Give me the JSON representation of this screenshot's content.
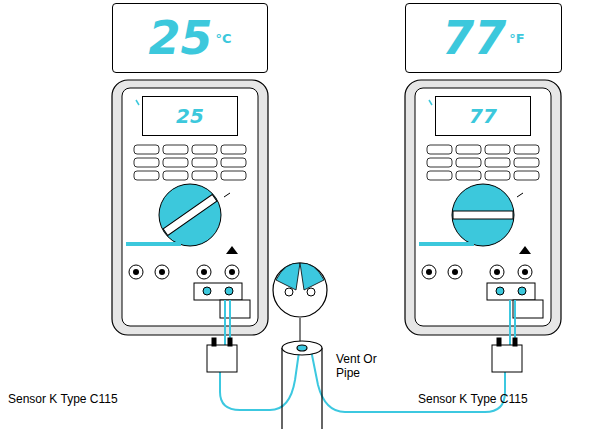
{
  "diagram": {
    "nodes": [
      {
        "text": [
          "25",
          "°C"
        ]
      },
      {
        "text": [
          "77",
          "°F"
        ]
      },
      {
        "text": [
          "25"
        ]
      },
      {
        "text": [
          "77"
        ]
      }
    ],
    "labels": [
      "Vent Or Pipe",
      "Sensor K Type C115",
      "Sensor K Type C115"
    ]
  }
}
